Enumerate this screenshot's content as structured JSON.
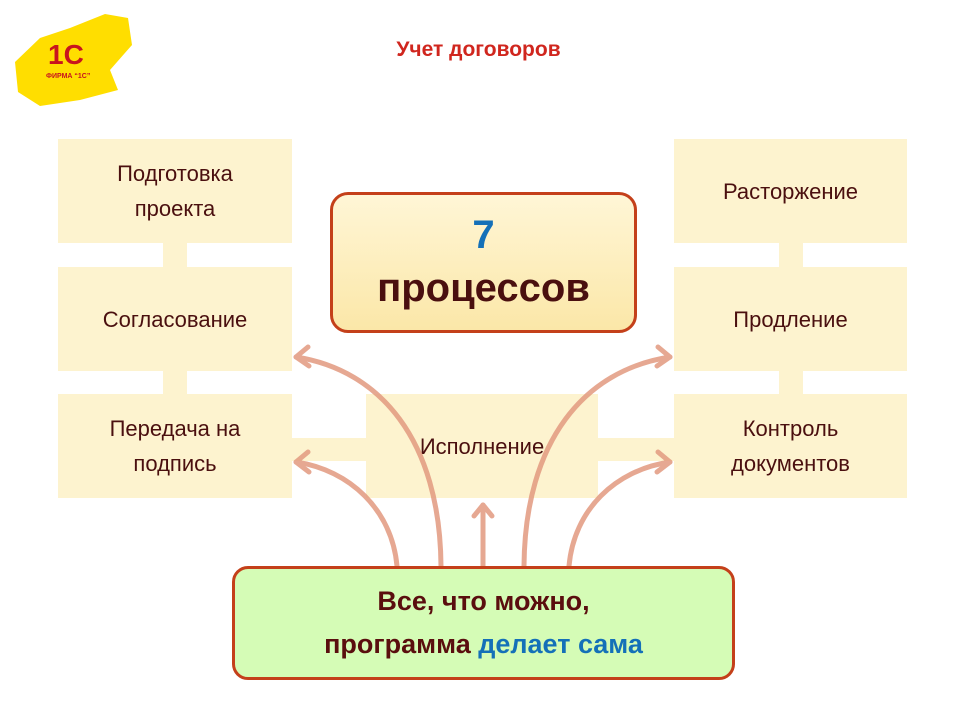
{
  "title": "Учет договоров",
  "logo": {
    "text": "1С",
    "subtitle": "ФИРМА “1С”"
  },
  "left": [
    "Подготовка\nпроекта",
    "Согласование",
    "Передача на\nподпись"
  ],
  "right": [
    "Расторжение",
    "Продление",
    "Контроль\nдокументов"
  ],
  "center": "Исполнение",
  "main": {
    "number": "7",
    "label": "процессов"
  },
  "bottom": {
    "line1": "Все, что можно,",
    "line2_a": "программа",
    "line2_b": "делает сама"
  },
  "colors": {
    "accent": "#d0261e",
    "box": "#fdf3cf",
    "arrow": "#e29a80",
    "highlight": "#1470b8"
  }
}
